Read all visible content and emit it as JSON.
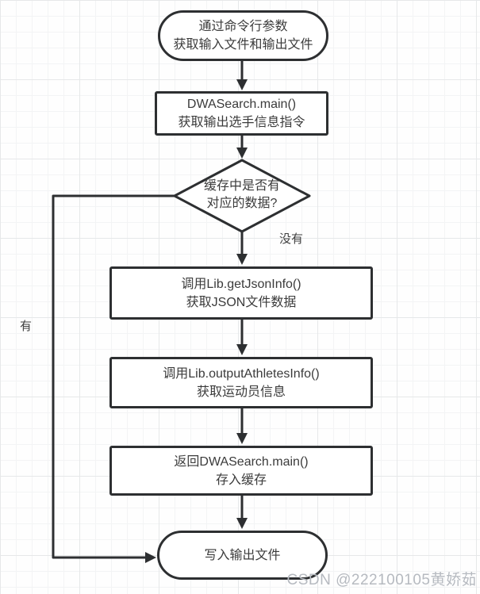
{
  "flowchart": {
    "start": {
      "line1": "通过命令行参数",
      "line2": "获取输入文件和输出文件"
    },
    "main": {
      "line1": "DWASearch.main()",
      "line2": "获取输出选手信息指令"
    },
    "decision": {
      "line1": "缓存中是否有",
      "line2": "对应的数据?"
    },
    "getjson": {
      "line1": "调用Lib.getJsonInfo()",
      "line2": "获取JSON文件数据"
    },
    "output_athletes": {
      "line1": "调用Lib.outputAthletesInfo()",
      "line2": "获取运动员信息"
    },
    "return_main": {
      "line1": "返回DWASearch.main()",
      "line2": "存入缓存"
    },
    "end": {
      "line1": "写入输出文件"
    },
    "labels": {
      "no": "没有",
      "yes": "有"
    },
    "edges": [
      {
        "from": "start",
        "to": "main",
        "label": ""
      },
      {
        "from": "main",
        "to": "decision",
        "label": ""
      },
      {
        "from": "decision",
        "to": "getjson",
        "label": "没有"
      },
      {
        "from": "getjson",
        "to": "output_athletes",
        "label": ""
      },
      {
        "from": "output_athletes",
        "to": "return_main",
        "label": ""
      },
      {
        "from": "return_main",
        "to": "end",
        "label": ""
      },
      {
        "from": "decision",
        "to": "end",
        "label": "有"
      }
    ]
  },
  "watermark": {
    "text": "CSDN @222100105黄娇茹"
  },
  "colors": {
    "stroke": "#2d2f31",
    "text": "#3b3b3b",
    "node_fill": "#ffffff",
    "watermark": "#b6bac0",
    "grid_minor": "#f3f4f5",
    "grid_major": "#e6e8e9",
    "background": "#fefefe"
  }
}
